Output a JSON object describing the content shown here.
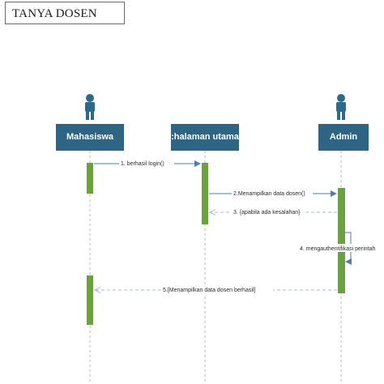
{
  "title": "TANYA DOSEN",
  "colors": {
    "actor_fill": "#2e6585",
    "figure": "#2c6a8c",
    "activation": "#6aa33e",
    "lifeline": "#b9b9b9",
    "arrow_solid": "#4f7fa6",
    "arrow_dashed": "#a7bcd0"
  },
  "participants": [
    {
      "id": "mahasiswa",
      "label": "Mahasiswa",
      "icon": "person-icon"
    },
    {
      "id": "halaman",
      "label": ":halaman utama",
      "icon": null
    },
    {
      "id": "admin",
      "label": "Admin",
      "icon": "person-icon"
    }
  ],
  "messages": [
    {
      "text": "1. berhasil login()",
      "from": "mahasiswa",
      "to": "halaman",
      "style": "solid"
    },
    {
      "text": "2.Menampilkan data dosen()",
      "from": "halaman",
      "to": "admin",
      "style": "solid"
    },
    {
      "text": "3. {apabila ada kesalahan}",
      "from": "admin",
      "to": "halaman",
      "style": "dashed"
    },
    {
      "text": "4. mengauthentifikasi perintah",
      "from": "admin",
      "to": "admin",
      "style": "self"
    },
    {
      "text": "5.[Menampilkan data dosen berhasil]",
      "from": "admin",
      "to": "mahasiswa",
      "style": "dashed"
    }
  ]
}
